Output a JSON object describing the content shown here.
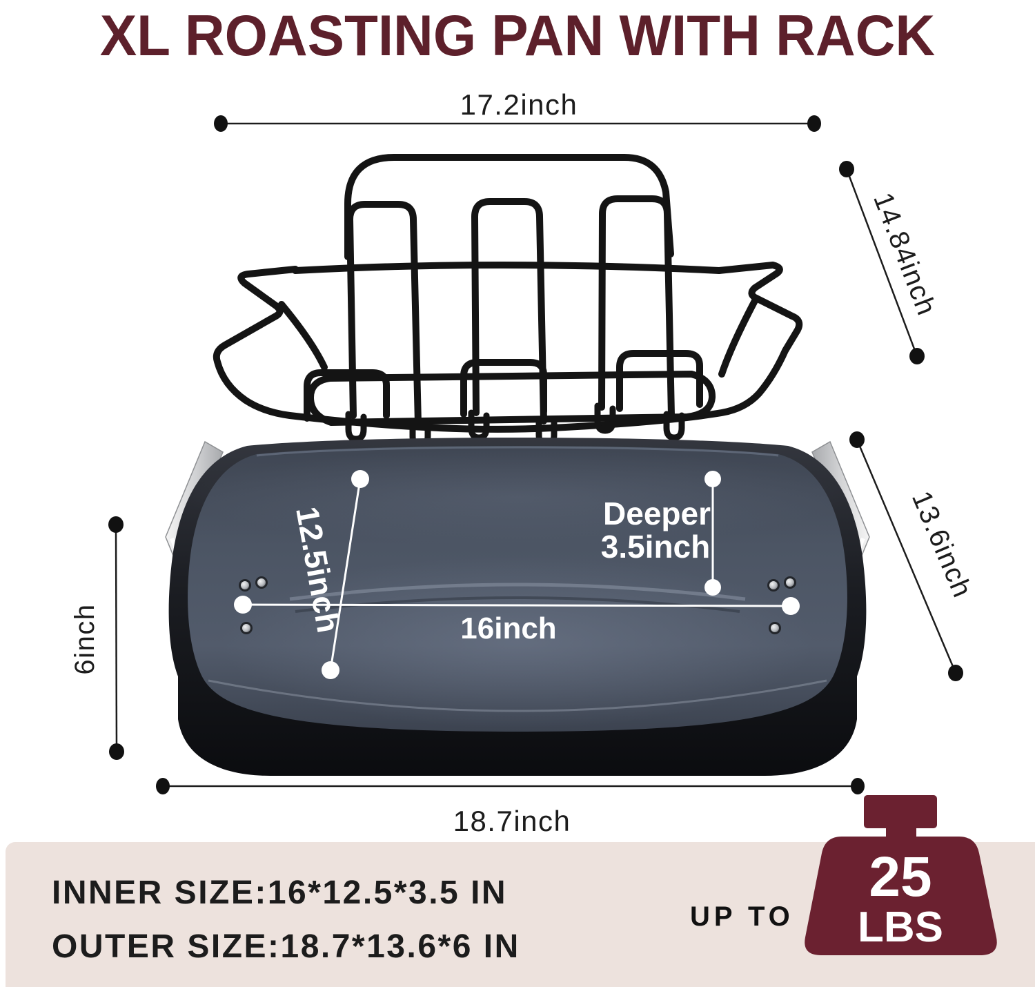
{
  "title": "XL ROASTING PAN WITH RACK",
  "colors": {
    "title_maroon": "#5d202b",
    "weight_maroon": "#6b2130",
    "footer_beige": "#ede2dd",
    "pan_interior_slate": "#47505f",
    "pan_body_black": "#15171b",
    "rack_wire_black": "#141414",
    "annotation_black": "#1c1c1c",
    "annotation_white": "#ffffff",
    "handle_silver": "#d9dadc"
  },
  "icons": {
    "weight": "weight-icon"
  },
  "dimensions": {
    "rack_width": "17.2inch",
    "rack_depth": "14.84inch",
    "inner_width": "12.5inch",
    "inner_length": "16inch",
    "inner_depth_line1": "Deeper",
    "inner_depth_line2": "3.5inch",
    "outer_depth": "13.6inch",
    "outer_height": "6inch",
    "outer_length": "18.7inch"
  },
  "footer": {
    "inner_size": "INNER SIZE:16*12.5*3.5 IN",
    "outer_size": "OUTER SIZE:18.7*13.6*6 IN",
    "capacity_prefix": "UP TO",
    "capacity_value": "25",
    "capacity_unit": "LBS"
  }
}
